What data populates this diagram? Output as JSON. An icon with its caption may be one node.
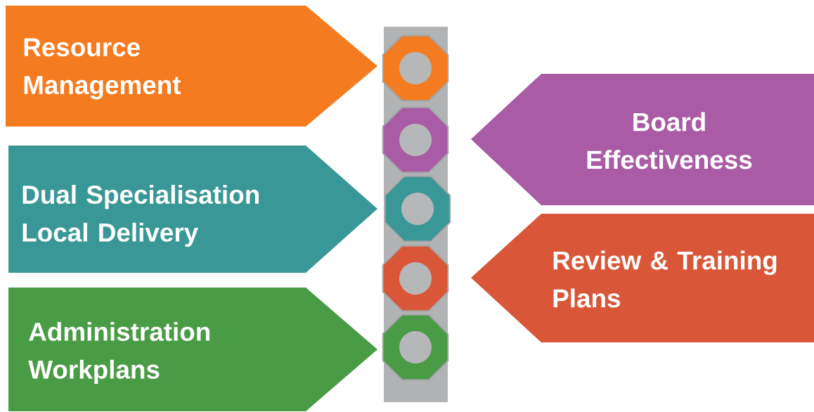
{
  "diagram": {
    "nodes": [
      {
        "text": [
          "Resource Management"
        ]
      },
      {
        "text": [
          "Dual Specialisation Local Delivery"
        ]
      },
      {
        "text": [
          "Administration Workplans"
        ]
      },
      {
        "text": [],
        "shape": "bar"
      },
      {
        "text": [],
        "shape": "octagon",
        "in": 3
      },
      {
        "text": [],
        "shape": "octagon",
        "in": 3
      },
      {
        "text": [],
        "shape": "octagon",
        "in": 3
      },
      {
        "text": [],
        "shape": "octagon",
        "in": 3
      },
      {
        "text": [],
        "shape": "octagon",
        "in": 3
      },
      {
        "text": [
          "Board Effectiveness"
        ]
      },
      {
        "text": [
          "Review & Training Plans"
        ]
      }
    ]
  }
}
